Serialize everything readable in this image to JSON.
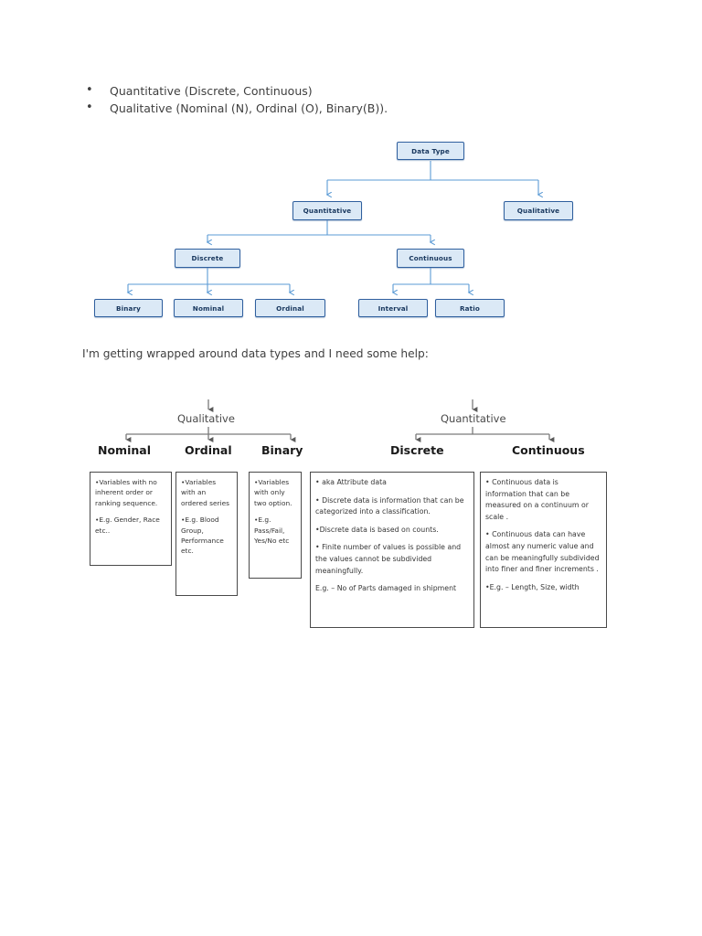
{
  "document": {
    "bullets": [
      "Quantitative (Discrete, Continuous)",
      "Qualitative (Nominal (N), Ordinal (O), Binary(B))."
    ],
    "paragraph": "I'm getting wrapped around data types and I need some help:"
  },
  "diagram_one": {
    "title": "Data Type hierarchy flowchart",
    "accent_border": "#2f5f9e",
    "accent_fill": "#dbe9f6",
    "connector_color": "#5b9bd5",
    "nodes": {
      "root": "Data Type",
      "quantitative": "Quantitative",
      "qualitative": "Qualitative",
      "discrete": "Discrete",
      "continuous": "Continuous",
      "binary": "Binary",
      "nominal": "Nominal",
      "ordinal": "Ordinal",
      "interval": "Interval",
      "ratio": "Ratio"
    }
  },
  "diagram_two": {
    "title": "Qualitative vs Quantitative detail chart",
    "connector_color": "#7a7a7a",
    "qualitative": {
      "label": "Qualitative",
      "children": [
        {
          "heading": "Nominal",
          "lines": [
            "•Variables with no inherent order or ranking sequence.",
            "•E.g. Gender, Race etc.."
          ]
        },
        {
          "heading": "Ordinal",
          "lines": [
            "•Variables with an ordered series",
            "•E.g. Blood Group, Performance etc."
          ]
        },
        {
          "heading": "Binary",
          "lines": [
            "•Variables with only two option.",
            "•E.g. Pass/Fail, Yes/No etc"
          ]
        }
      ]
    },
    "quantitative": {
      "label": "Quantitative",
      "children": [
        {
          "heading": "Discrete",
          "lines": [
            "• aka Attribute data",
            "• Discrete data is information that can be categorized into a classification.",
            "•Discrete data is based on counts.",
            "• Finite number of values is possible and the values cannot be subdivided meaningfully.",
            "E.g. – No of Parts damaged in shipment"
          ]
        },
        {
          "heading": "Continuous",
          "lines": [
            "• Continuous data is information that can be measured on a continuum or scale .",
            "• Continuous data can have almost any numeric value and can be meaningfully subdivided into finer and finer increments .",
            "•E.g. – Length, Size, width"
          ]
        }
      ]
    }
  }
}
